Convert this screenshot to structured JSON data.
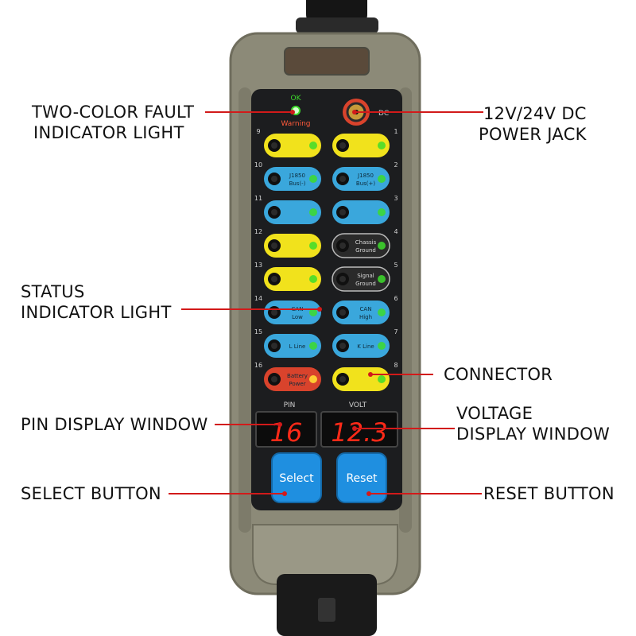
{
  "callouts": {
    "fault_light": [
      "TWO-COLOR FAULT",
      "INDICATOR LIGHT"
    ],
    "power_jack": [
      "12V/24V DC",
      "POWER JACK"
    ],
    "status_light": [
      "STATUS",
      "INDICATOR LIGHT"
    ],
    "connector": [
      "CONNECTOR"
    ],
    "pin_window": [
      "PIN DISPLAY WINDOW"
    ],
    "volt_window": [
      "VOLTAGE",
      "DISPLAY WINDOW"
    ],
    "select_button": [
      "SELECT BUTTON"
    ],
    "reset_button": [
      "RESET BUTTON"
    ]
  },
  "device": {
    "ok_label": "OK",
    "warning_label": "Warning",
    "dc_label": "DC",
    "pin_header": "PIN",
    "volt_header": "VOLT",
    "pin_value": "16",
    "volt_value": "12.3",
    "select_label": "Select",
    "reset_label": "Reset",
    "left_pins": [
      {
        "num": "9",
        "lines": [],
        "color": "yellow"
      },
      {
        "num": "10",
        "lines": [
          "J1850",
          "Bus(-)"
        ],
        "color": "blue"
      },
      {
        "num": "11",
        "lines": [],
        "color": "blue"
      },
      {
        "num": "12",
        "lines": [],
        "color": "yellow"
      },
      {
        "num": "13",
        "lines": [],
        "color": "yellow"
      },
      {
        "num": "14",
        "lines": [
          "CAN",
          "Low"
        ],
        "color": "blue"
      },
      {
        "num": "15",
        "lines": [
          "L Line"
        ],
        "color": "blue"
      },
      {
        "num": "16",
        "lines": [
          "Battery",
          "Power"
        ],
        "color": "red"
      }
    ],
    "right_pins": [
      {
        "num": "1",
        "lines": [],
        "color": "yellow"
      },
      {
        "num": "2",
        "lines": [
          "J1850",
          "Bus(+)"
        ],
        "color": "blue"
      },
      {
        "num": "3",
        "lines": [],
        "color": "blue"
      },
      {
        "num": "4",
        "lines": [
          "Chassis",
          "Ground"
        ],
        "color": "black"
      },
      {
        "num": "5",
        "lines": [
          "Signal",
          "Ground"
        ],
        "color": "black"
      },
      {
        "num": "6",
        "lines": [
          "CAN",
          "High"
        ],
        "color": "blue"
      },
      {
        "num": "7",
        "lines": [
          "K Line"
        ],
        "color": "blue"
      },
      {
        "num": "8",
        "lines": [],
        "color": "yellow"
      }
    ]
  },
  "colors": {
    "housing": "#8c8a78",
    "housing_edge": "#6f6d5d",
    "panel": "#1c1d1f",
    "yellow": "#f1e21c",
    "blue": "#3aa7dc",
    "red": "#d9432c",
    "black_pill": "#2a2a2a",
    "led_green": "#3ddc2b",
    "led_red": "#ff2a18",
    "button": "#1f8fe0",
    "leader": "#d21a1a"
  }
}
